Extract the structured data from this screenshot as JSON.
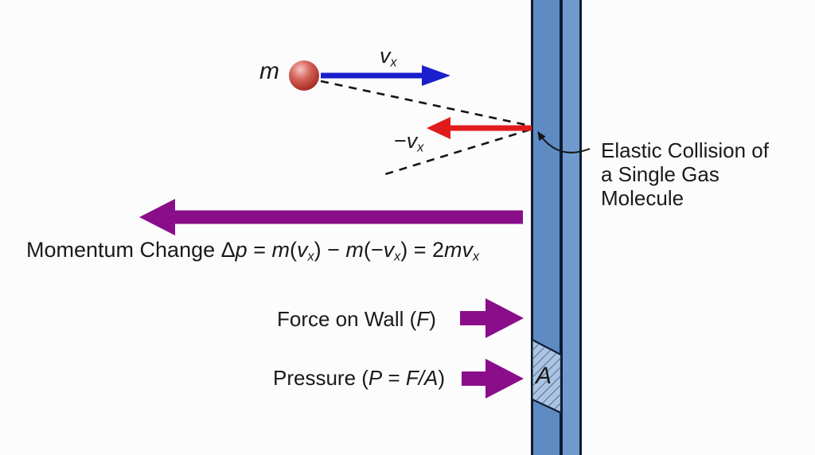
{
  "colors": {
    "background": "#fcfcfc",
    "wall_border": "#101b30",
    "wall_stripe_left": "#5e8bc2",
    "wall_stripe_right": "#6f9bcf",
    "wall_divider": "#17233e",
    "hatch_fill": "#a9c5e3",
    "hatch_line": "#3a4a66",
    "velocity_arrow_blue": "#1a1ecc",
    "rebound_arrow_red": "#e01b1b",
    "momentum_arrow_purple": "#8a0e8a",
    "molecule_red": "#b23a31",
    "text": "#1a1a1a"
  },
  "labels": {
    "mass": [
      {
        "t": "m",
        "i": true
      }
    ],
    "velocity": [
      {
        "t": "v",
        "i": true
      },
      {
        "t": "x",
        "sub": true,
        "i": true
      }
    ],
    "rebound_velocity": [
      {
        "t": "−"
      },
      {
        "t": "v",
        "i": true
      },
      {
        "t": "x",
        "sub": true,
        "i": true
      }
    ],
    "collision_note_lines": [
      "Elastic Collision of",
      "a Single Gas",
      "Molecule"
    ],
    "momentum_equation": [
      {
        "t": "Momentum Change Δ"
      },
      {
        "t": "p",
        "i": true
      },
      {
        "t": " = "
      },
      {
        "t": "m",
        "i": true
      },
      {
        "t": "("
      },
      {
        "t": "v",
        "i": true
      },
      {
        "t": "x",
        "sub": true,
        "i": true
      },
      {
        "t": ") − "
      },
      {
        "t": "m",
        "i": true
      },
      {
        "t": "(−"
      },
      {
        "t": "v",
        "i": true
      },
      {
        "t": "x",
        "sub": true,
        "i": true
      },
      {
        "t": ") = 2"
      },
      {
        "t": "m",
        "i": true
      },
      {
        "t": "v",
        "i": true
      },
      {
        "t": "x",
        "sub": true,
        "i": true
      }
    ],
    "force": [
      {
        "t": "Force on Wall ("
      },
      {
        "t": "F",
        "i": true
      },
      {
        "t": ")"
      }
    ],
    "pressure": [
      {
        "t": "Pressure ("
      },
      {
        "t": "P",
        "i": true
      },
      {
        "t": " = "
      },
      {
        "t": "F/A",
        "i": true
      },
      {
        "t": ")"
      }
    ],
    "area": [
      {
        "t": "A",
        "i": true
      }
    ]
  }
}
